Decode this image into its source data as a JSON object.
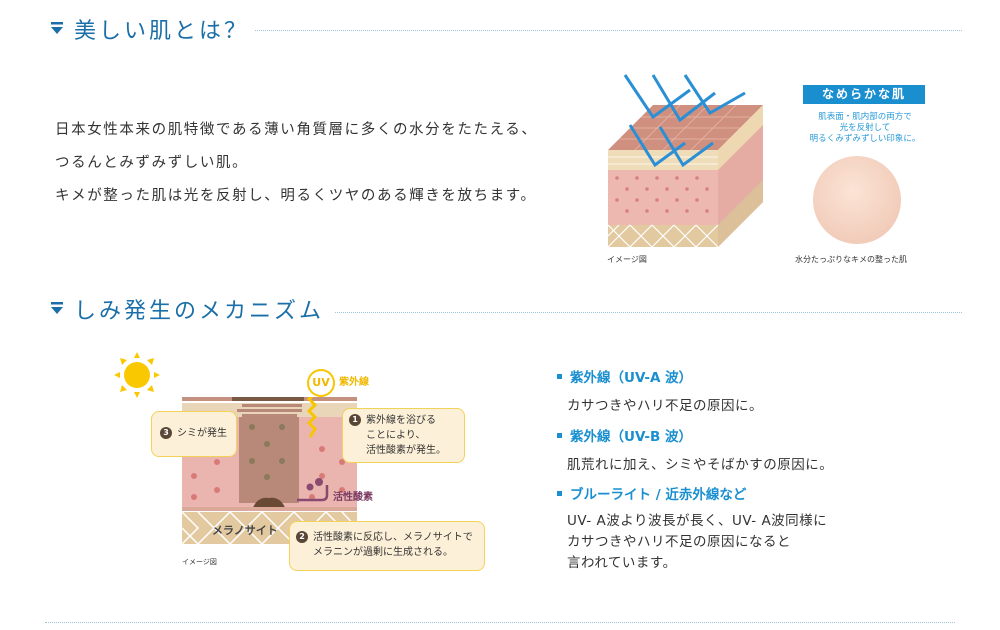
{
  "section1": {
    "title": "美しい肌とは？",
    "lines": [
      "日本女性本来の肌特徴である薄い角質層に多くの水分をたたえる、",
      "つるんとみずみずしい肌。",
      "キメが整った肌は光を反射し、明るくツヤのある輝きを放ちます。"
    ],
    "badge": "なめらかな肌",
    "note_lines": [
      "肌表面・肌内部の両方で",
      "光を反射して",
      "明るくみずみずしい印象に。"
    ],
    "image_caption": "イメージ図",
    "skin_caption": "水分たっぷりなキメの整った肌"
  },
  "section2": {
    "title": "しみ発生のメカニズム",
    "diagram": {
      "uv_label": "UV",
      "uv_text": "紫外線",
      "step1_num": "1",
      "step1_lines": [
        "紫外線を浴びる",
        "ことにより、",
        "活性酸素が発生。"
      ],
      "step2_num": "2",
      "step2_lines": [
        "活性酸素に反応し、メラノサイトで",
        "メラニンが過剰に生成される。"
      ],
      "step3_num": "3",
      "step3_text": "シミが発生",
      "ros_label": "活性酸素",
      "melanocyte_label": "メラノサイト",
      "caption": "イメージ図"
    },
    "list": [
      {
        "title": "紫外線（UV-A 波）",
        "body": [
          "カサつきやハリ不足の原因に。"
        ]
      },
      {
        "title": "紫外線（UV-B 波）",
        "body": [
          "肌荒れに加え、シミやそばかすの原因に。"
        ]
      },
      {
        "title": "ブルーライト / 近赤外線など",
        "body": [
          "UV- A波より波長が長く、UV- A波同様に",
          "カサつきやハリ不足の原因になると",
          "言われています。"
        ]
      }
    ]
  },
  "colors": {
    "heading": "#1b6fa8",
    "accent": "#1a8fd0",
    "callout_bg": "#fdf0d8",
    "uv": "#f7c600"
  }
}
